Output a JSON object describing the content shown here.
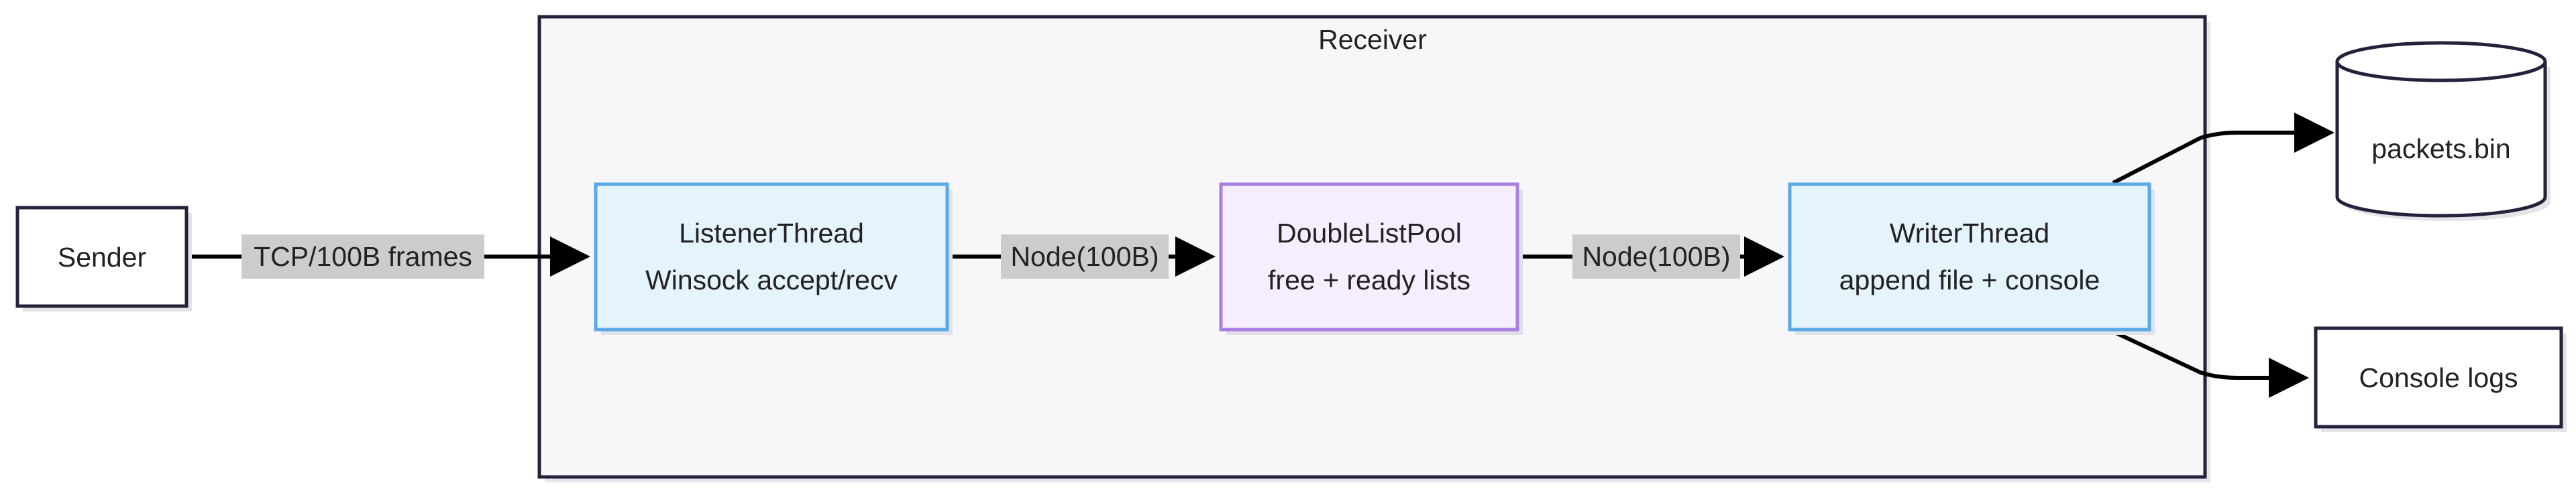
{
  "diagram": {
    "cluster": {
      "title": "Receiver"
    },
    "nodes": {
      "sender": {
        "label": "Sender"
      },
      "listener": {
        "line1": "ListenerThread",
        "line2": "Winsock accept/recv"
      },
      "pool": {
        "line1": "DoubleListPool",
        "line2": "free + ready lists"
      },
      "writer": {
        "line1": "WriterThread",
        "line2": "append file + console"
      },
      "packets": {
        "label": "packets.bin"
      },
      "console": {
        "label": "Console logs"
      }
    },
    "edges": {
      "sender_listener": "TCP/100B frames",
      "listener_pool": "Node(100B)",
      "pool_writer": "Node(100B)"
    },
    "colors": {
      "thread_fill": "#e5f3fd",
      "thread_stroke": "#5aa9e6",
      "pool_fill": "#f6eefe",
      "pool_stroke": "#a97fe0",
      "cluster_fill": "#f7f7fa",
      "cluster_stroke": "#22223a",
      "label_bg": "#cccccc"
    }
  }
}
